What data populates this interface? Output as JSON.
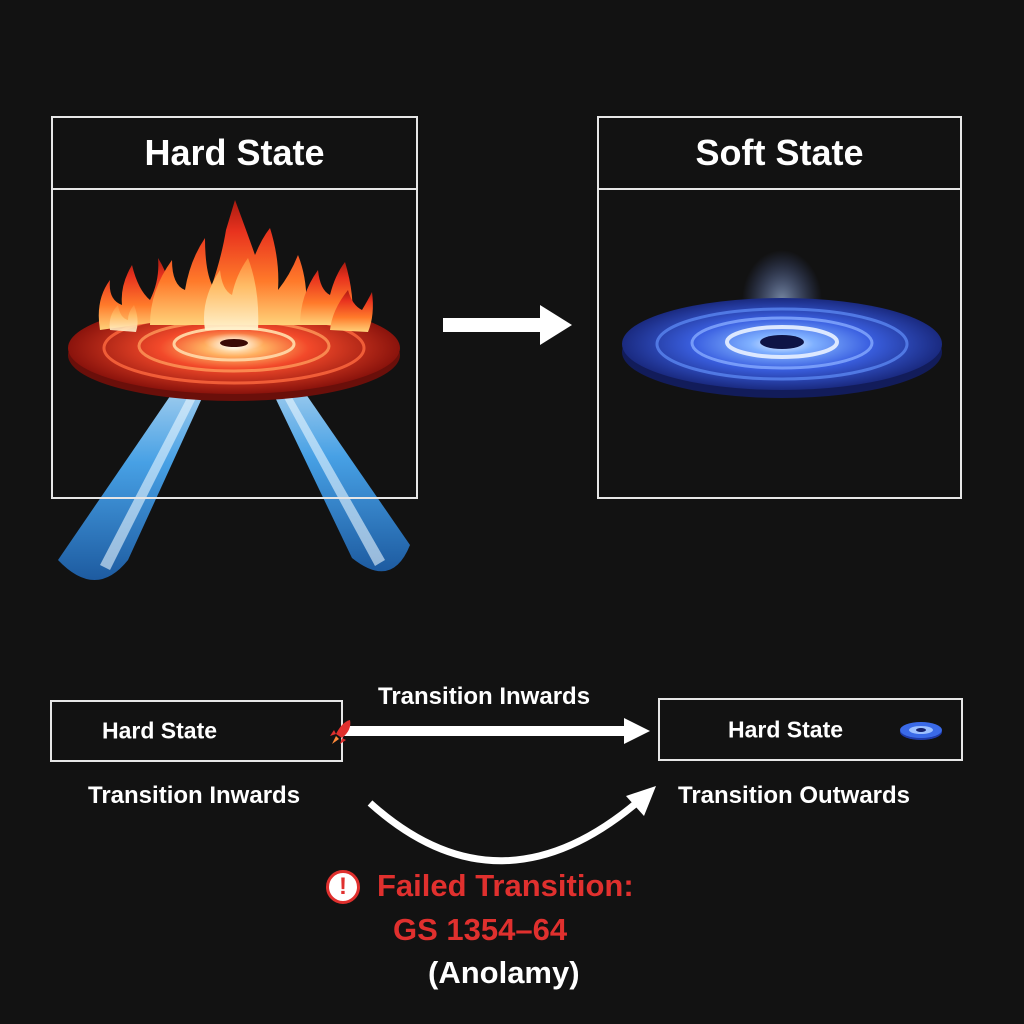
{
  "panels": {
    "left": {
      "title": "Hard State",
      "illustration": "flame-disk-with-jets"
    },
    "right": {
      "title": "Soft State",
      "illustration": "blue-accretion-disk"
    }
  },
  "flow": {
    "left_box": {
      "label": "Hard State",
      "icon": "rocket-icon"
    },
    "right_box": {
      "label": "Hard State",
      "icon": "blue-disk-icon"
    },
    "top_arrow_label": "Transition Inwards",
    "left_caption": "Transition Inwards",
    "right_caption": "Transition Outwards"
  },
  "warning": {
    "icon": "!",
    "line1": "Failed Transition:",
    "line2": "GS 1354–64",
    "line3": "(Anolamy)"
  },
  "colors": {
    "background": "#121212",
    "hot": "#e8321e",
    "jet": "#4aa8f0",
    "cool": "#3a5fe0",
    "warning": "#e0302e"
  }
}
